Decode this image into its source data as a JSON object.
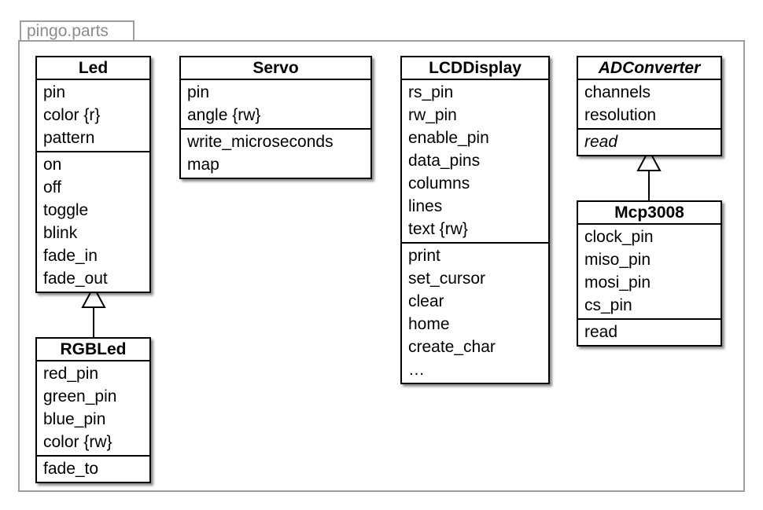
{
  "package": {
    "name": "pingo.parts"
  },
  "classes": {
    "led": {
      "name": "Led",
      "attributes": [
        "pin",
        "color {r}",
        "pattern"
      ],
      "methods": [
        "on",
        "off",
        "toggle",
        "blink",
        "fade_in",
        "fade_out"
      ]
    },
    "servo": {
      "name": "Servo",
      "attributes": [
        "pin",
        "angle {rw}"
      ],
      "methods": [
        "write_microseconds",
        "map"
      ]
    },
    "lcddisplay": {
      "name": "LCDDisplay",
      "attributes": [
        "rs_pin",
        "rw_pin",
        "enable_pin",
        "data_pins",
        "columns",
        "lines",
        "text {rw}"
      ],
      "methods": [
        "print",
        "set_cursor",
        "clear",
        "home",
        "create_char",
        "…"
      ]
    },
    "adconverter": {
      "name": "ADConverter",
      "abstract": true,
      "attributes": [
        "channels",
        "resolution"
      ],
      "methods": [
        "read"
      ]
    },
    "rgbled": {
      "name": "RGBLed",
      "attributes": [
        "red_pin",
        "green_pin",
        "blue_pin",
        "color {rw}"
      ],
      "methods": [
        "fade_to"
      ]
    },
    "mcp3008": {
      "name": "Mcp3008",
      "attributes": [
        "clock_pin",
        "miso_pin",
        "mosi_pin",
        "cs_pin"
      ],
      "methods": [
        "read"
      ]
    }
  }
}
